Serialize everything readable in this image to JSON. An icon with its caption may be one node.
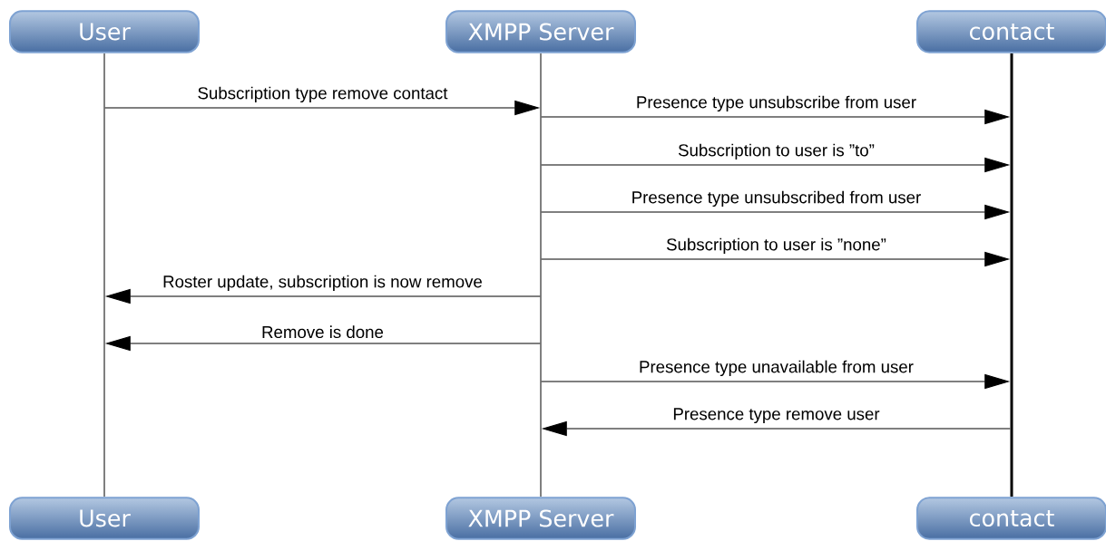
{
  "diagram": {
    "nodes": [
      {
        "text": [
          "User"
        ]
      },
      {
        "text": [
          "XMPP Server"
        ]
      },
      {
        "text": [
          "contact"
        ]
      },
      {
        "text": [],
        "shape": "bar"
      },
      {
        "text": [],
        "shape": "bar"
      },
      {
        "text": [],
        "shape": "bar"
      },
      {
        "text": [
          "User"
        ]
      },
      {
        "text": [
          "XMPP Server"
        ]
      },
      {
        "text": [
          "contact"
        ]
      }
    ],
    "edges": [
      {
        "from": 3,
        "to": 4,
        "arrow": "to",
        "label": "Subscription type remove contact"
      },
      {
        "from": 4,
        "to": 5,
        "arrow": "to",
        "label": "Presence type unsubscribe from user"
      },
      {
        "from": 4,
        "to": 5,
        "arrow": "to",
        "label": "Subscription to user is ”to”"
      },
      {
        "from": 4,
        "to": 5,
        "arrow": "to",
        "label": "Presence type unsubscribed from user"
      },
      {
        "from": 4,
        "to": 5,
        "arrow": "to",
        "label": "Subscription to user is ”none”"
      },
      {
        "from": 4,
        "to": 3,
        "arrow": "to",
        "label": "Roster update, subscription is now remove"
      },
      {
        "from": 4,
        "to": 3,
        "arrow": "to",
        "label": "Remove is done"
      },
      {
        "from": 4,
        "to": 5,
        "arrow": "to",
        "label": "Presence type unavailable from user"
      },
      {
        "from": 5,
        "to": 4,
        "arrow": "to",
        "label": "Presence type remove user"
      }
    ]
  }
}
